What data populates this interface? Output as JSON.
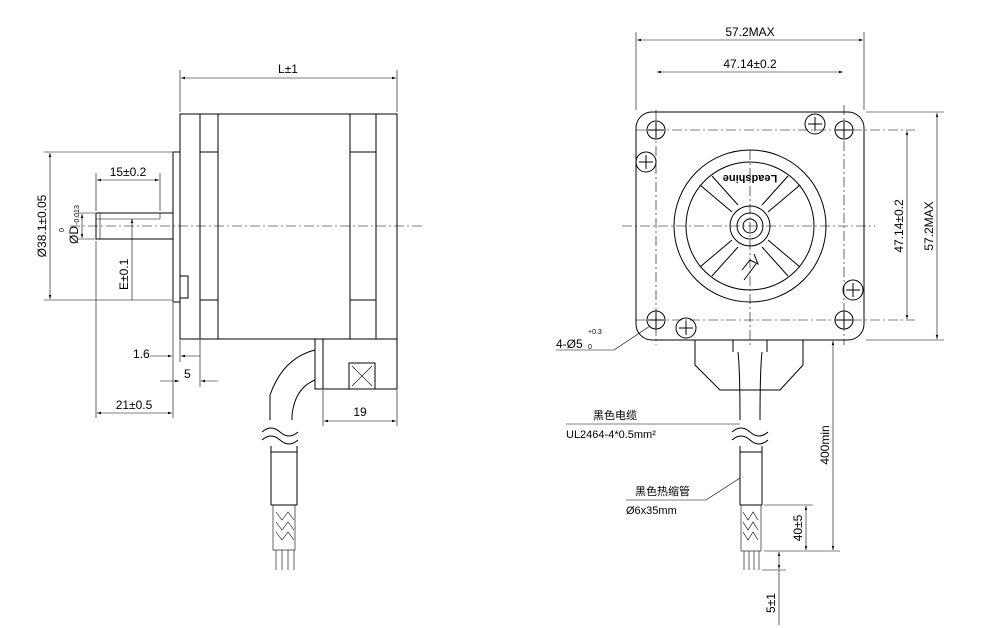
{
  "side_view": {
    "length": "L±1",
    "shaft_len": "15±0.2",
    "boss_dia": "Ø38.1±0.05",
    "shaft_dia": "ØD",
    "shaft_tol_upper": "0",
    "shaft_tol_lower": "-0.013",
    "flat": "E±0.1",
    "flange_thk": "1.6",
    "flange_step": "5",
    "shaft_total": "21±0.5",
    "conn_len": "19"
  },
  "front_view": {
    "width_max": "57.2MAX",
    "hole_pitch_x": "47.14±0.2",
    "hole_pitch_y": "47.14±0.2",
    "height_max": "57.2MAX",
    "holes": "4-Ø5",
    "holes_tol_upper": "+0.3",
    "holes_tol_lower": "0",
    "logo": "Leadshine",
    "cable_name": "黑色电缆",
    "cable_spec": "UL2464-4*0.5mm²",
    "cable_len": "400min",
    "sleeve_name": "黑色热缩管",
    "sleeve_spec": "Ø6x35mm",
    "strip_len": "40±5",
    "tip_len": "5±1"
  }
}
